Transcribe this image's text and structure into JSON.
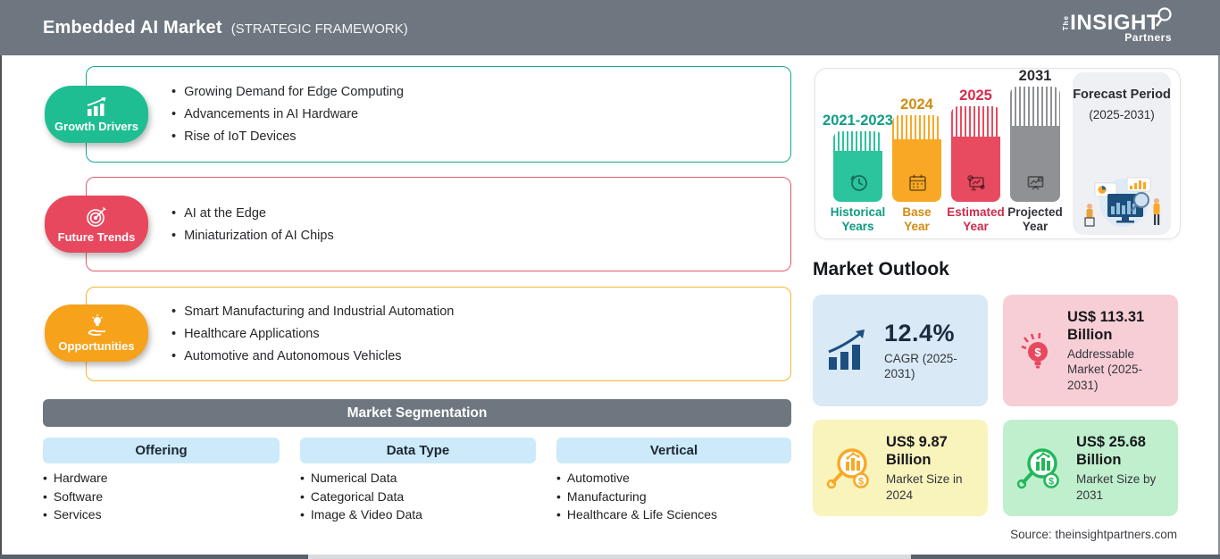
{
  "header": {
    "title": "Embedded AI Market",
    "subtitle": "(STRATEGIC FRAMEWORK)",
    "logo": {
      "the": "The",
      "insight": "INSIGHT",
      "partners": "Partners"
    }
  },
  "sections": {
    "growth_drivers": {
      "label": "Growth Drivers",
      "items": [
        "Growing Demand for Edge Computing",
        "Advancements in AI Hardware",
        "Rise of IoT Devices"
      ]
    },
    "future_trends": {
      "label": "Future Trends",
      "items": [
        "AI at the Edge",
        "Miniaturization of AI Chips"
      ]
    },
    "opportunities": {
      "label": "Opportunities",
      "items": [
        "Smart Manufacturing and Industrial Automation",
        "Healthcare Applications",
        "Automotive and Autonomous Vehicles"
      ]
    }
  },
  "segmentation": {
    "title": "Market Segmentation",
    "columns": [
      {
        "header": "Offering",
        "items": [
          "Hardware",
          "Software",
          "Services"
        ]
      },
      {
        "header": "Data Type",
        "items": [
          "Numerical Data",
          "Categorical Data",
          "Image & Video Data"
        ]
      },
      {
        "header": "Vertical",
        "items": [
          "Automotive",
          "Manufacturing",
          "Healthcare & Life Sciences"
        ]
      }
    ]
  },
  "timeline": {
    "bars": [
      {
        "year": "2021-2023",
        "label_line1": "Historical",
        "label_line2": "Years",
        "color": "#2bc49c"
      },
      {
        "year": "2024",
        "label_line1": "Base",
        "label_line2": "Year",
        "color": "#f9a826"
      },
      {
        "year": "2025",
        "label_line1": "Estimated",
        "label_line2": "Year",
        "color": "#e84b60"
      },
      {
        "year": "2031",
        "label_line1": "Projected",
        "label_line2": "Year",
        "color": "#8f9194"
      }
    ],
    "forecast": {
      "title": "Forecast Period",
      "range": "(2025-2031)"
    }
  },
  "outlook": {
    "title": "Market Outlook",
    "cards": [
      {
        "value": "12.4%",
        "desc": "CAGR (2025-2031)"
      },
      {
        "value": "US$ 113.31 Billion",
        "desc": "Addressable Market (2025-2031)"
      },
      {
        "value": "US$ 9.87 Billion",
        "desc": "Market Size in 2024"
      },
      {
        "value": "US$ 25.68 Billion",
        "desc": "Market Size by 2031"
      }
    ]
  },
  "source": "Source: theinsightpartners.com",
  "colors": {
    "header_gray": "#6e7780",
    "teal": "#1fbe92",
    "red": "#e8485e",
    "orange": "#f6a21b",
    "gray_bar": "#8f9194",
    "light_blue_header": "#cdeafa",
    "card_blue": "#d9e9f6",
    "card_pink": "#f8ced6",
    "card_yellow": "#f9f3bc",
    "card_green": "#c0efcd",
    "navy_icon": "#1c4e80"
  }
}
